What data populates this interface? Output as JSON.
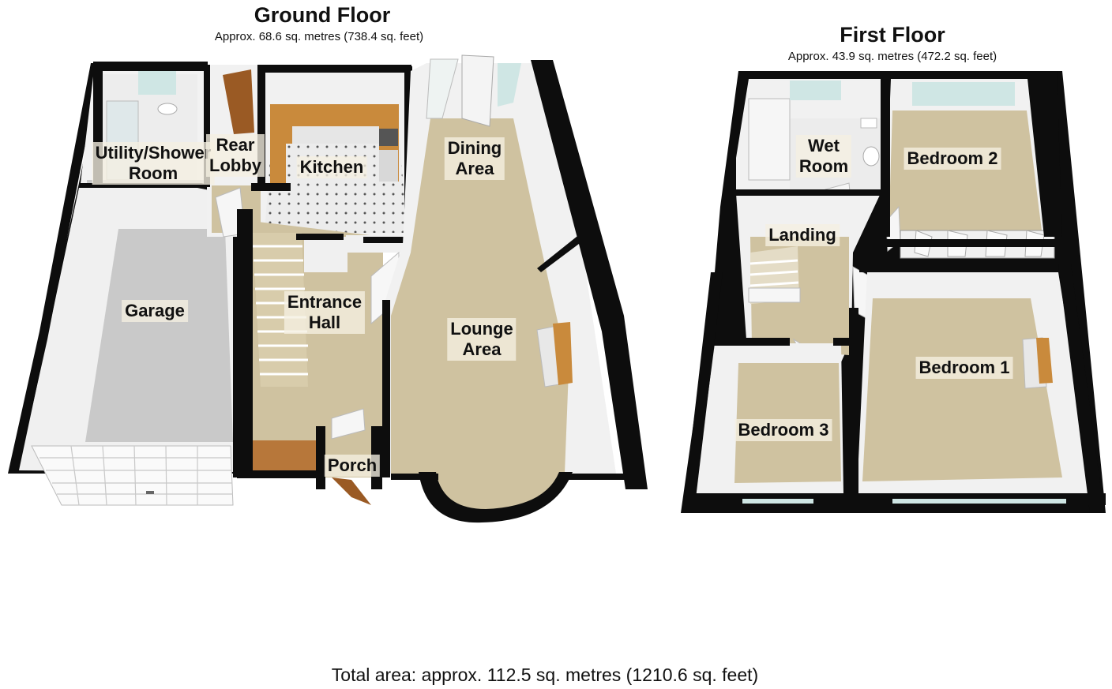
{
  "ground_floor": {
    "title": "Ground Floor",
    "area": "Approx. 68.6 sq. metres (738.4 sq. feet)",
    "rooms": {
      "utility": "Utility/Shower\nRoom",
      "rear_lobby": "Rear\nLobby",
      "kitchen": "Kitchen",
      "dining": "Dining\nArea",
      "garage": "Garage",
      "entrance_hall": "Entrance\nHall",
      "lounge": "Lounge\nArea",
      "porch": "Porch"
    }
  },
  "first_floor": {
    "title": "First Floor",
    "area": "Approx. 43.9 sq. metres (472.2 sq. feet)",
    "rooms": {
      "wet_room": "Wet\nRoom",
      "bedroom2": "Bedroom 2",
      "landing": "Landing",
      "bedroom1": "Bedroom 1",
      "bedroom3": "Bedroom 3"
    }
  },
  "total_area": "Total area: approx. 112.5 sq. metres (1210.6 sq. feet)",
  "colors": {
    "wall": "#0d0d0d",
    "carpet": "#cfc2a0",
    "garage_floor": "#c9c9c9",
    "kitchen_floor": "#e9e9e9",
    "worktop": "#c98a3c",
    "wall_face": "#f1f1f1",
    "window": "#cfe6e4"
  }
}
